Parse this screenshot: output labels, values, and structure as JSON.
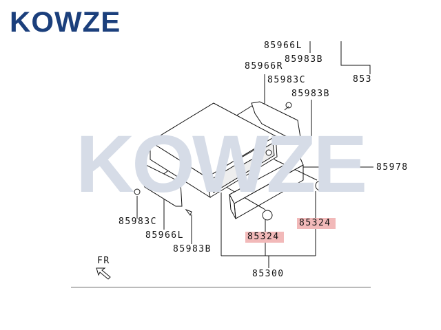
{
  "brand": {
    "logo_text": "KOWZE",
    "watermark_text": "KOWZE",
    "logo_color": "#1b3f7c",
    "highlight_color": "#f2b9b9"
  },
  "labels": {
    "top_85966L": "85966L",
    "top_85983B": "85983B",
    "top_853_clipped": "853",
    "r_85966R": "85966R",
    "r_85983C": "85983C",
    "r_85983B": "85983B",
    "frame_85978": "85978",
    "cap_85324_right": "85324",
    "cap_85324_left": "85324",
    "l_85983C": "85983C",
    "l_85966L": "85966L",
    "l_85983B": "85983B",
    "assy_85300": "85300",
    "front_indicator": "FR"
  }
}
